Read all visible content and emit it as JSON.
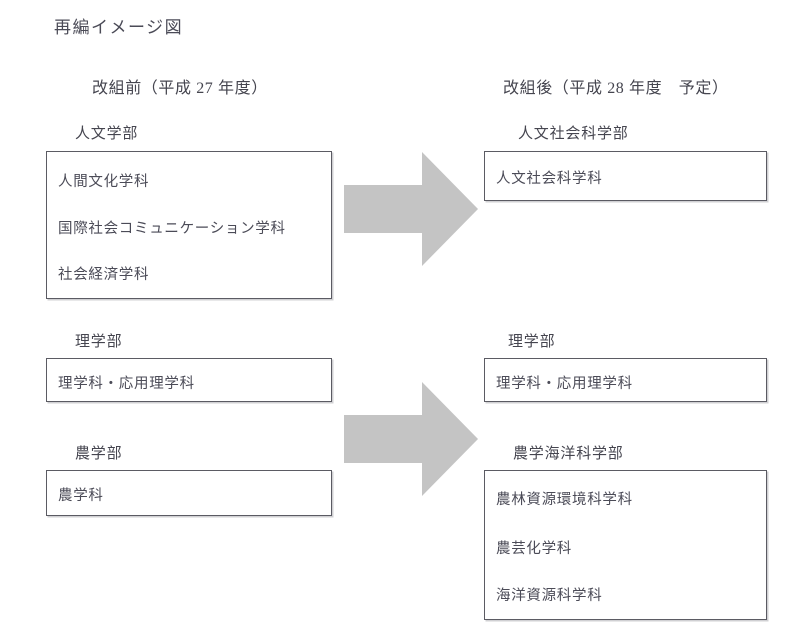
{
  "document": {
    "title": "再編イメージ図"
  },
  "columns": {
    "before": {
      "header": "改組前（平成 27 年度）"
    },
    "after": {
      "header": "改組後（平成 28 年度　予定）"
    }
  },
  "before_faculties": [
    {
      "label": "人文学部",
      "departments": [
        "人間文化学科",
        "国際社会コミュニケーション学科",
        "社会経済学科"
      ]
    },
    {
      "label": "理学部",
      "departments": [
        "理学科・応用理学科"
      ]
    },
    {
      "label": "農学部",
      "departments": [
        "農学科"
      ]
    }
  ],
  "after_faculties": [
    {
      "label": "人文社会科学部",
      "departments": [
        "人文社会科学科"
      ]
    },
    {
      "label": "理学部",
      "departments": [
        "理学科・応用理学科"
      ]
    },
    {
      "label": "農学海洋科学部",
      "departments": [
        "農林資源環境科学科",
        "農芸化学科",
        "海洋資源科学科"
      ]
    }
  ],
  "arrows": [
    {
      "name": "transition-arrow-humanities",
      "direction": "right"
    },
    {
      "name": "transition-arrow-science-agriculture",
      "direction": "right"
    }
  ],
  "colors": {
    "arrow_fill": "#c4c4c4",
    "box_border": "#5b5b63",
    "text": "#4b4b57",
    "background": "#ffffff"
  }
}
